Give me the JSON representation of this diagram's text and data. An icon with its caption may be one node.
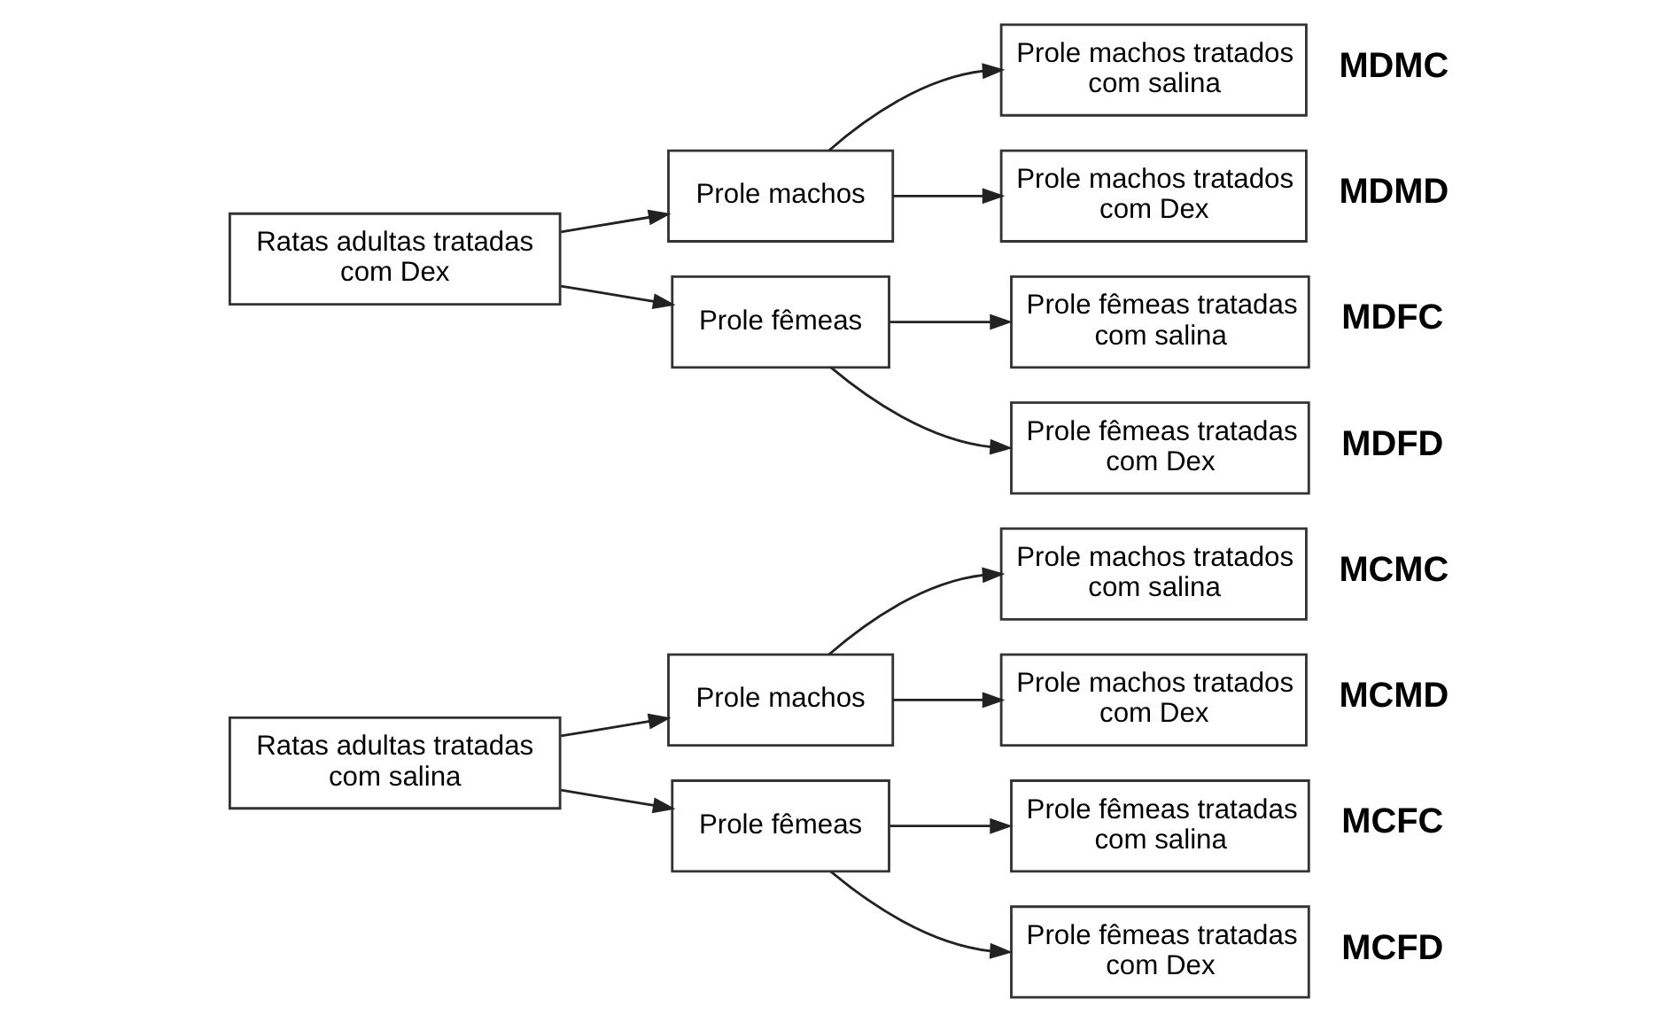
{
  "diagram": {
    "nodes": [
      {
        "text": [
          "Ratas adultas tratadas com salina"
        ]
      },
      {
        "text": [
          "Prole machos"
        ]
      },
      {
        "text": [
          "Prole machos tratados com salina"
        ],
        "beside": [
          "MCMC"
        ]
      },
      {
        "text": [
          "Prole machos tratados com Dex"
        ],
        "beside": [
          "MCMD"
        ]
      },
      {
        "text": [
          "Prole fêmeas"
        ]
      },
      {
        "text": [
          "Prole fêmeas tratadas com salina"
        ],
        "beside": [
          "MCFC"
        ]
      },
      {
        "text": [
          "Prole fêmeas tratadas com Dex"
        ],
        "beside": [
          "MCFD"
        ]
      },
      {
        "text": [
          "Ratas adultas tratadas com Dex"
        ]
      },
      {
        "text": [
          "Prole machos"
        ]
      },
      {
        "text": [
          "Prole machos tratados com salina"
        ],
        "beside": [
          "MDMC"
        ]
      },
      {
        "text": [
          "Prole machos tratados com Dex"
        ],
        "beside": [
          "MDMD"
        ]
      },
      {
        "text": [
          "Prole fêmeas"
        ]
      },
      {
        "text": [
          "Prole fêmeas tratadas com salina"
        ],
        "beside": [
          "MDFC"
        ]
      },
      {
        "text": [
          "Prole fêmeas tratadas com Dex"
        ],
        "beside": [
          "MDFD"
        ]
      }
    ],
    "edges": [
      {
        "from": 0,
        "to": 1,
        "arrow": "to"
      },
      {
        "from": 1,
        "to": 2,
        "arrow": "to"
      },
      {
        "from": 1,
        "to": 3,
        "arrow": "to"
      },
      {
        "from": 0,
        "to": 4,
        "arrow": "to"
      },
      {
        "from": 4,
        "to": 5,
        "arrow": "to"
      },
      {
        "from": 4,
        "to": 6,
        "arrow": "to"
      },
      {
        "from": 7,
        "to": 8,
        "arrow": "to"
      },
      {
        "from": 8,
        "to": 9,
        "arrow": "to"
      },
      {
        "from": 8,
        "to": 10,
        "arrow": "to"
      },
      {
        "from": 7,
        "to": 11,
        "arrow": "to"
      },
      {
        "from": 11,
        "to": 12,
        "arrow": "to"
      },
      {
        "from": 11,
        "to": 13,
        "arrow": "to"
      }
    ]
  }
}
